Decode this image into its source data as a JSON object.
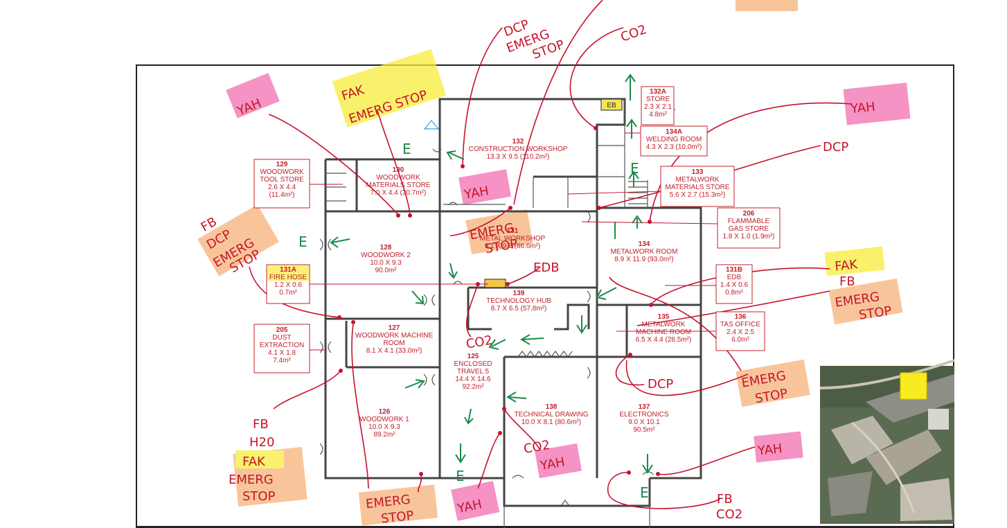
{
  "rooms": [
    {
      "id": "r129",
      "num": "129",
      "lines": [
        "WOODWORK",
        "TOOL STORE",
        "2.6 X 4.4",
        "(11.4m²)"
      ]
    },
    {
      "id": "r130",
      "num": "130",
      "lines": [
        "WOODWORK",
        "MATERIALS STORE",
        "7.0 X 4.4 (30.7m²)"
      ]
    },
    {
      "id": "r132",
      "num": "132",
      "lines": [
        "CONSTRUCTION WORKSHOP",
        "13.3 X 9.5 (110.2m²)"
      ]
    },
    {
      "id": "r132a",
      "num": "132A",
      "lines": [
        "STORE",
        "2.3 X 2.1",
        "4.8m²"
      ]
    },
    {
      "id": "r134a",
      "num": "134A",
      "lines": [
        "WELDING ROOM",
        "4.3 X 2.3 (10.0m²)"
      ]
    },
    {
      "id": "r133",
      "num": "133",
      "lines": [
        "METALWORK",
        "MATERIALS STORE",
        "5.6 X 2.7 (15.3m²)"
      ]
    },
    {
      "id": "r206",
      "num": "206",
      "lines": [
        "FLAMMABLE",
        "GAS STORE",
        "1.8 X 1.0 (1.9m²)"
      ]
    },
    {
      "id": "r128",
      "num": "128",
      "lines": [
        "WOODWORK 2",
        "10.0 X 9.3",
        "90.0m²"
      ]
    },
    {
      "id": "r131",
      "num": "131",
      "lines": [
        "METAL WORKSHOP",
        "9.1 X 9.6 (86.6m²)"
      ]
    },
    {
      "id": "r131a",
      "num": "131A",
      "lines": [
        "FIRE HOSE",
        "1.2 X 0.6",
        "0.7m²"
      ]
    },
    {
      "id": "r134",
      "num": "134",
      "lines": [
        "METALWORK ROOM",
        "8.9 X 11.9 (93.0m²)"
      ]
    },
    {
      "id": "r131b",
      "num": "131B",
      "lines": [
        "EDB",
        "1.4 X 0.6",
        "0.8m²"
      ]
    },
    {
      "id": "r139",
      "num": "139",
      "lines": [
        "TECHNOLOGY HUB",
        "8.7 X 6.5 (57.8m²)"
      ]
    },
    {
      "id": "r135",
      "num": "135",
      "lines": [
        "METALWORK",
        "MACHINE ROOM",
        "6.5 X 4.4 (28.5m²)"
      ]
    },
    {
      "id": "r136",
      "num": "136",
      "lines": [
        "TAS OFFICE",
        "2.4 X 2.5",
        "6.0m²"
      ]
    },
    {
      "id": "r205",
      "num": "205",
      "lines": [
        "DUST",
        "EXTRACTION",
        "4.1 X 1.8",
        "7.4m²"
      ]
    },
    {
      "id": "r127",
      "num": "127",
      "lines": [
        "WOODWORK MACHINE",
        "ROOM",
        "8.1 X 4.1 (33.0m²)"
      ]
    },
    {
      "id": "r125",
      "num": "125",
      "lines": [
        "ENCLOSED",
        "TRAVEL 5",
        "14.4 X 14.6",
        "92.2m²"
      ]
    },
    {
      "id": "r126",
      "num": "126",
      "lines": [
        "WOODWORK 1",
        "10.0 X 9.3",
        "89.2m²"
      ]
    },
    {
      "id": "r138",
      "num": "138",
      "lines": [
        "TECHNICAL DRAWING",
        "10.0 X 8.1 (80.6m²)"
      ]
    },
    {
      "id": "r137",
      "num": "137",
      "lines": [
        "ELECTRONICS",
        "9.0 X 10.1",
        "90.5m²"
      ]
    }
  ],
  "eb_label": "EB",
  "handwritten": {
    "yah": "YAH",
    "fak": "FAK",
    "emerg_stop": "EMERG STOP",
    "emerg": "EMERG",
    "stop": "STOP",
    "dcp": "DCP",
    "co2": "CO2",
    "fb": "FB",
    "h2o": "H20",
    "edb": "EDB",
    "e": "E"
  },
  "colors": {
    "annotation_red": "#c8102e",
    "exit_green": "#1a8a4a",
    "highlight_pink": "#f06fb0",
    "highlight_yellow": "#f7ec3a",
    "highlight_orange": "#f6b27a",
    "room_text": "#c0202a"
  }
}
